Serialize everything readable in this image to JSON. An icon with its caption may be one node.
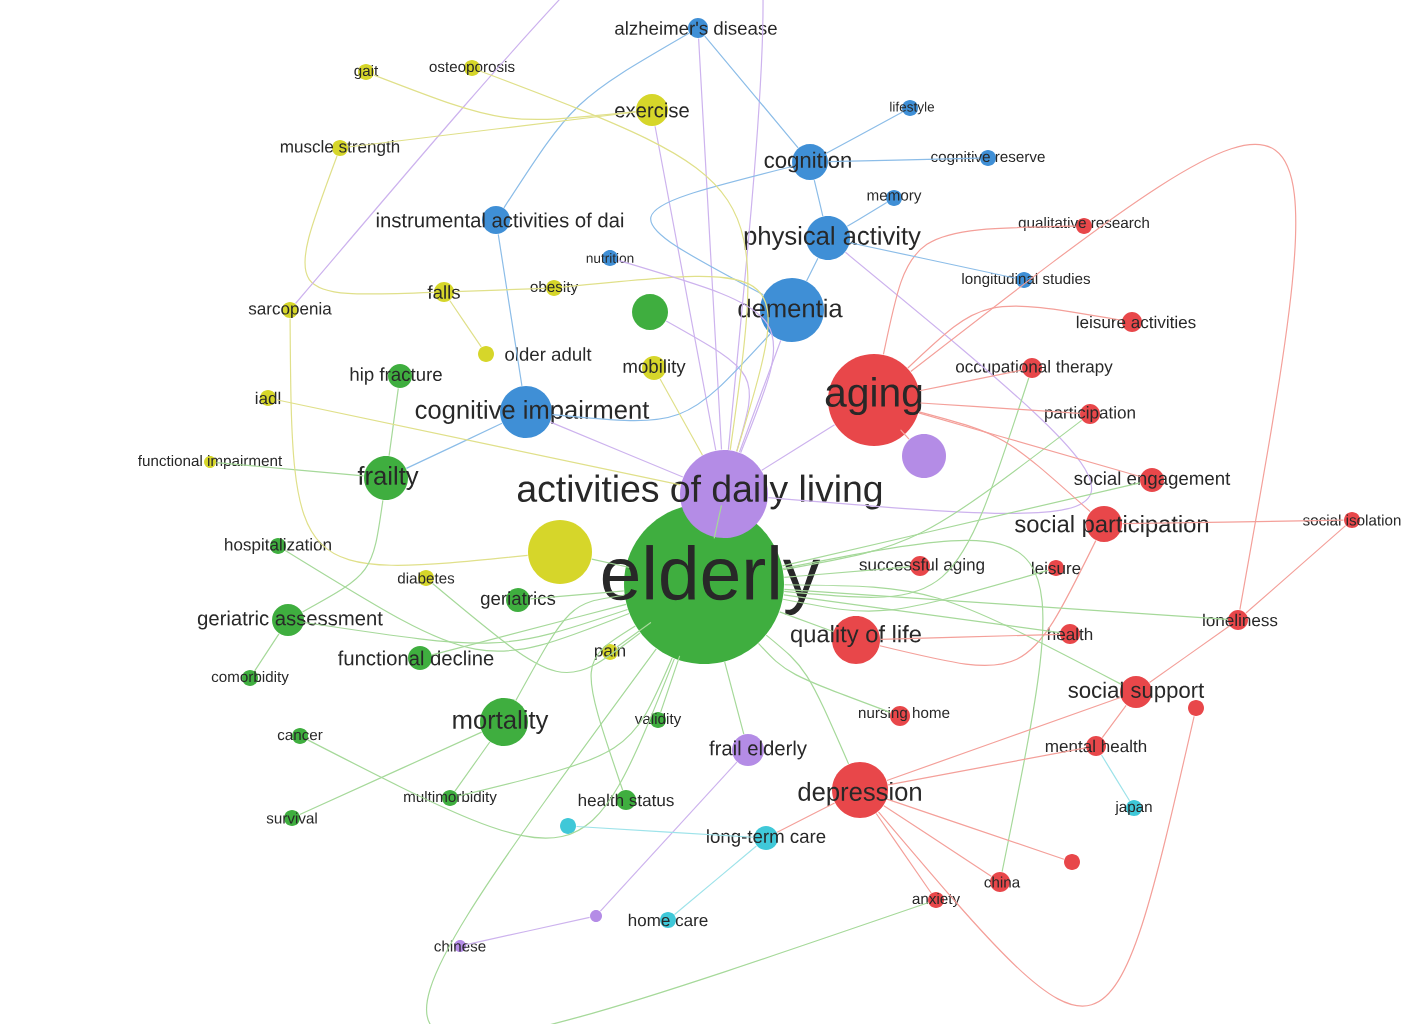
{
  "diagram": {
    "nodes": [
      {
        "text": [
          "elderly"
        ]
      },
      {
        "text": [
          "activities of daily living"
        ]
      },
      {
        "text": [
          "aging"
        ]
      },
      {
        "text": [
          "dementia"
        ]
      },
      {
        "text": [
          "quality of life"
        ]
      },
      {
        "text": [
          "depression"
        ]
      },
      {
        "text": [
          "social participation"
        ]
      },
      {
        "text": [
          "social support"
        ]
      },
      {
        "text": [
          "cognitive impairment"
        ]
      },
      {
        "text": [
          "physical activity"
        ]
      },
      {
        "text": [
          "cognition"
        ]
      },
      {
        "text": [
          "frailty"
        ]
      },
      {
        "text": [
          "mortality"
        ]
      },
      {
        "text": [
          "geriatric assessment"
        ]
      },
      {
        "text": [
          "functional decline"
        ]
      },
      {
        "text": [
          "exercise"
        ]
      },
      {
        "text": [
          "instrumental activities of dai"
        ]
      },
      {
        "text": [
          "frail elderly"
        ]
      },
      {
        "text": [
          "long-term care"
        ]
      },
      {
        "text": [
          "nursing home"
        ]
      },
      {
        "text": [
          "health"
        ]
      },
      {
        "text": [
          "loneliness"
        ]
      },
      {
        "text": [
          "mental health"
        ]
      },
      {
        "text": [
          "japan"
        ]
      },
      {
        "text": [
          "china"
        ]
      },
      {
        "text": [
          "anxiety"
        ]
      },
      {
        "text": [
          "successful aging"
        ]
      },
      {
        "text": [
          "leisure"
        ]
      },
      {
        "text": [
          "social isolation"
        ]
      },
      {
        "text": [
          "social engagement"
        ]
      },
      {
        "text": [
          "participation"
        ]
      },
      {
        "text": [
          "occupational therapy"
        ]
      },
      {
        "text": [
          "leisure activities"
        ]
      },
      {
        "text": [
          "qualitative research"
        ]
      },
      {
        "text": [
          "longitudinal studies"
        ]
      },
      {
        "text": [
          "memory"
        ]
      },
      {
        "text": [
          "cognitive reserve"
        ]
      },
      {
        "text": [
          "lifestyle"
        ]
      },
      {
        "text": [
          "alzheimer's disease"
        ]
      },
      {
        "text": [
          "osteoporosis"
        ]
      },
      {
        "text": [
          "gait"
        ]
      },
      {
        "text": [
          "muscle strength"
        ]
      },
      {
        "text": [
          "nutrition"
        ]
      },
      {
        "text": [
          "obesity"
        ]
      },
      {
        "text": [
          "falls"
        ]
      },
      {
        "text": [
          "sarcopenia"
        ]
      },
      {
        "text": [
          "older adult"
        ]
      },
      {
        "text": [
          "mobility"
        ]
      },
      {
        "text": [
          "hip fracture"
        ]
      },
      {
        "text": [
          "iadl"
        ]
      },
      {
        "text": [
          "functional impairment"
        ]
      },
      {
        "text": [
          "hospitalization"
        ]
      },
      {
        "text": [
          "diabetes"
        ]
      },
      {
        "text": [
          "geriatrics"
        ]
      },
      {
        "text": [
          "pain"
        ]
      },
      {
        "text": [
          "comorbidity"
        ]
      },
      {
        "text": [
          "validity"
        ]
      },
      {
        "text": [
          "cancer"
        ]
      },
      {
        "text": [
          "multimorbidity"
        ]
      },
      {
        "text": [
          "health status"
        ]
      },
      {
        "text": [
          "survival"
        ]
      },
      {
        "text": [
          "chinese"
        ]
      },
      {
        "text": [
          "home care"
        ]
      },
      {
        "text": [],
        "shape": "circle"
      },
      {
        "text": [],
        "shape": "circle"
      },
      {
        "text": [],
        "shape": "circle"
      },
      {
        "text": [],
        "shape": "circle"
      },
      {
        "text": [],
        "shape": "circle"
      },
      {
        "text": [],
        "shape": "circle"
      },
      {
        "text": [],
        "shape": "circle"
      }
    ],
    "edges": [
      {
        "from": 0,
        "to": 1,
        "arrow": "none"
      },
      {
        "from": 1,
        "to": 2,
        "arrow": "none",
        "color": "#cdb3ee"
      },
      {
        "from": 1,
        "to": 3,
        "arrow": "none",
        "color": "#cdb3ee"
      },
      {
        "from": 0,
        "to": 4,
        "arrow": "none"
      },
      {
        "from": 0,
        "to": 5,
        "arrow": "none"
      },
      {
        "from": 4,
        "to": 6,
        "arrow": "none",
        "color": "#f4a09a"
      },
      {
        "from": 0,
        "to": 7,
        "arrow": "none"
      },
      {
        "from": 1,
        "to": 8,
        "arrow": "none",
        "color": "#cdb3ee"
      },
      {
        "from": 1,
        "to": 9,
        "arrow": "none",
        "color": "#cdb3ee"
      },
      {
        "from": 9,
        "to": 10,
        "arrow": "none",
        "color": "#8cbde8"
      },
      {
        "from": 8,
        "to": 11,
        "arrow": "none",
        "color": "#8cbde8"
      },
      {
        "from": 0,
        "to": 12,
        "arrow": "none"
      },
      {
        "from": 0,
        "to": 13,
        "arrow": "none"
      },
      {
        "from": 0,
        "to": 14,
        "arrow": "none"
      },
      {
        "from": 1,
        "to": 15,
        "arrow": "none",
        "color": "#cdb3ee"
      },
      {
        "from": 8,
        "to": 16,
        "arrow": "none",
        "color": "#8cbde8"
      },
      {
        "from": 0,
        "to": 17,
        "arrow": "none"
      },
      {
        "from": 5,
        "to": 18,
        "arrow": "none",
        "color": "#f4a09a"
      },
      {
        "from": 0,
        "to": 19,
        "arrow": "none"
      },
      {
        "from": 0,
        "to": 20,
        "arrow": "none"
      },
      {
        "from": 0,
        "to": 21,
        "arrow": "none"
      },
      {
        "from": 7,
        "to": 22,
        "arrow": "none",
        "color": "#f4a09a"
      },
      {
        "from": 22,
        "to": 23,
        "arrow": "none",
        "color": "#9ee3ea"
      },
      {
        "from": 0,
        "to": 24,
        "arrow": "none"
      },
      {
        "from": 0,
        "to": 25,
        "arrow": "none"
      },
      {
        "from": 0,
        "to": 26,
        "arrow": "none"
      },
      {
        "from": 0,
        "to": 27,
        "arrow": "none"
      },
      {
        "from": 0,
        "to": 29,
        "arrow": "none"
      },
      {
        "from": 0,
        "to": 30,
        "arrow": "none"
      },
      {
        "from": 0,
        "to": 31,
        "arrow": "none"
      },
      {
        "from": 9,
        "to": 35,
        "arrow": "none",
        "color": "#8cbde8"
      },
      {
        "from": 1,
        "to": 38,
        "arrow": "none",
        "color": "#cdb3ee"
      },
      {
        "from": 44,
        "to": 41,
        "arrow": "none",
        "color": "#e0e08a"
      },
      {
        "from": 43,
        "to": 44,
        "arrow": "none",
        "color": "#e0e08a"
      },
      {
        "from": 1,
        "to": 45,
        "arrow": "none",
        "color": "#cdb3ee"
      },
      {
        "from": 11,
        "to": 48,
        "arrow": "none"
      },
      {
        "from": 11,
        "to": 50,
        "arrow": "none"
      },
      {
        "from": 0,
        "to": 51,
        "arrow": "none"
      },
      {
        "from": 0,
        "to": 52,
        "arrow": "none"
      },
      {
        "from": 0,
        "to": 53,
        "arrow": "none"
      },
      {
        "from": 0,
        "to": 54,
        "arrow": "none"
      },
      {
        "from": 13,
        "to": 55,
        "arrow": "none"
      },
      {
        "from": 0,
        "to": 56,
        "arrow": "none"
      },
      {
        "from": 0,
        "to": 57,
        "arrow": "none"
      },
      {
        "from": 0,
        "to": 58,
        "arrow": "none"
      },
      {
        "from": 0,
        "to": 59,
        "arrow": "none"
      },
      {
        "from": 12,
        "to": 60,
        "arrow": "none"
      },
      {
        "from": 18,
        "to": 62,
        "arrow": "none",
        "color": "#9ee3ea"
      },
      {
        "from": 0,
        "to": 63,
        "arrow": "none"
      },
      {
        "from": 1,
        "to": 65,
        "arrow": "none",
        "color": "#cdb3ee"
      },
      {
        "from": 2,
        "to": 6,
        "arrow": "none",
        "color": "#f4a09a"
      },
      {
        "from": 4,
        "to": 20,
        "arrow": "none",
        "color": "#f4a09a"
      },
      {
        "from": 2,
        "to": 21,
        "arrow": "none",
        "color": "#f4a09a"
      },
      {
        "from": 21,
        "to": 28,
        "arrow": "none",
        "color": "#f4a09a"
      },
      {
        "from": 2,
        "to": 29,
        "arrow": "none",
        "color": "#f4a09a"
      },
      {
        "from": 2,
        "to": 30,
        "arrow": "none",
        "color": "#f4a09a"
      },
      {
        "from": 2,
        "to": 31,
        "arrow": "none",
        "color": "#f4a09a"
      },
      {
        "from": 2,
        "to": 32,
        "arrow": "none",
        "color": "#f4a09a"
      },
      {
        "from": 2,
        "to": 33,
        "arrow": "none",
        "color": "#f4a09a"
      },
      {
        "from": 2,
        "to": 64,
        "arrow": "none",
        "color": "#f4a09a"
      },
      {
        "from": 5,
        "to": 7,
        "arrow": "none",
        "color": "#f4a09a"
      },
      {
        "from": 5,
        "to": 22,
        "arrow": "none",
        "color": "#f4a09a"
      },
      {
        "from": 5,
        "to": 24,
        "arrow": "none",
        "color": "#f4a09a"
      },
      {
        "from": 5,
        "to": 25,
        "arrow": "none",
        "color": "#f4a09a"
      },
      {
        "from": 5,
        "to": 68,
        "arrow": "none",
        "color": "#f4a09a"
      },
      {
        "from": 5,
        "to": 69,
        "arrow": "none",
        "color": "#f4a09a"
      },
      {
        "from": 6,
        "to": 28,
        "arrow": "none",
        "color": "#f4a09a"
      },
      {
        "from": 7,
        "to": 21,
        "arrow": "none",
        "color": "#f4a09a"
      },
      {
        "from": 3,
        "to": 10,
        "arrow": "none",
        "color": "#8cbde8"
      },
      {
        "from": 3,
        "to": 9,
        "arrow": "none",
        "color": "#8cbde8"
      },
      {
        "from": 10,
        "to": 38,
        "arrow": "none",
        "color": "#8cbde8"
      },
      {
        "from": 3,
        "to": 8,
        "arrow": "none",
        "color": "#8cbde8"
      },
      {
        "from": 10,
        "to": 36,
        "arrow": "none",
        "color": "#8cbde8"
      },
      {
        "from": 10,
        "to": 37,
        "arrow": "none",
        "color": "#8cbde8"
      },
      {
        "from": 9,
        "to": 34,
        "arrow": "none",
        "color": "#8cbde8"
      },
      {
        "from": 16,
        "to": 38,
        "arrow": "none",
        "color": "#8cbde8"
      },
      {
        "from": 15,
        "to": 40,
        "arrow": "none",
        "color": "#e0e08a"
      },
      {
        "from": 1,
        "to": 39,
        "arrow": "none",
        "color": "#e0e08a"
      },
      {
        "from": 1,
        "to": 43,
        "arrow": "none",
        "color": "#e0e08a"
      },
      {
        "from": 44,
        "to": 46,
        "arrow": "none",
        "color": "#e0e08a"
      },
      {
        "from": 1,
        "to": 47,
        "arrow": "none",
        "color": "#e0e08a"
      },
      {
        "from": 1,
        "to": 49,
        "arrow": "none",
        "color": "#e0e08a"
      },
      {
        "from": 15,
        "to": 41,
        "arrow": "none",
        "color": "#e0e08a"
      },
      {
        "from": 63,
        "to": 45,
        "arrow": "none",
        "color": "#e0e08a"
      },
      {
        "from": 1,
        "to": 42,
        "arrow": "none",
        "color": "#cdb3ee"
      },
      {
        "from": 67,
        "to": 61,
        "arrow": "none",
        "color": "#cdb3ee"
      },
      {
        "from": 17,
        "to": 67,
        "arrow": "none",
        "color": "#cdb3ee"
      },
      {
        "from": 18,
        "to": 66,
        "arrow": "none",
        "color": "#9ee3ea"
      },
      {
        "from": 12,
        "to": 58,
        "arrow": "none"
      },
      {
        "from": 11,
        "to": 13,
        "arrow": "none"
      }
    ]
  }
}
